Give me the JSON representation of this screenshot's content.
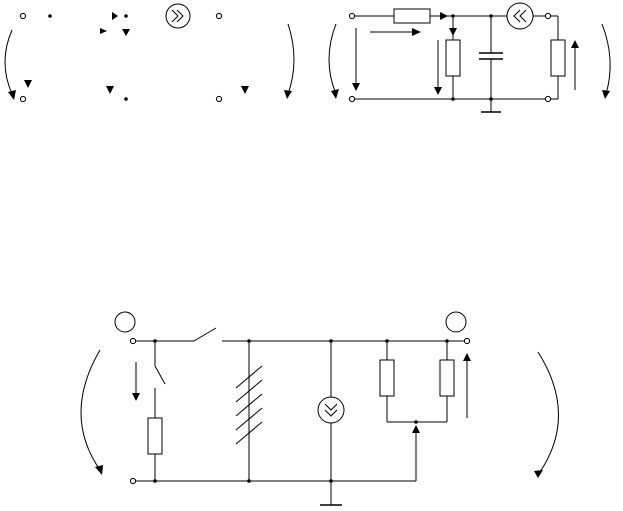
{
  "figure": {
    "panels": [
      {
        "id": "top-left",
        "kind": "partial-schematic"
      },
      {
        "id": "top-right",
        "kind": "schematic"
      },
      {
        "id": "bottom",
        "kind": "schematic"
      }
    ],
    "icons": {
      "source_forward": "double-chevron-right-icon",
      "source_backward": "double-chevron-left-icon",
      "source_down": "double-chevron-down-icon"
    },
    "colors": {
      "line": "#000000",
      "background": "#ffffff"
    }
  }
}
